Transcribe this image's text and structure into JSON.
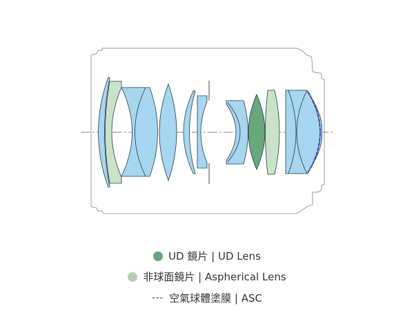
{
  "colors": {
    "lens": "#a6d6f0",
    "ud": "#66a87a",
    "aspherical": "#c8e3c8",
    "asc": "#3a3aa0",
    "barrel": "#9a9a9a"
  },
  "legend": [
    {
      "key": "ud",
      "marker": "dot",
      "label": "UD 鏡片 | UD Lens",
      "color": "#66a87a"
    },
    {
      "key": "aspherical",
      "marker": "dot",
      "label": "非球面鏡片 | Aspherical Lens",
      "color": "#b6cfb2"
    },
    {
      "key": "asc",
      "marker": "---",
      "label": "空氣球體塗膜 | ASC",
      "color": "#2233cc"
    }
  ]
}
